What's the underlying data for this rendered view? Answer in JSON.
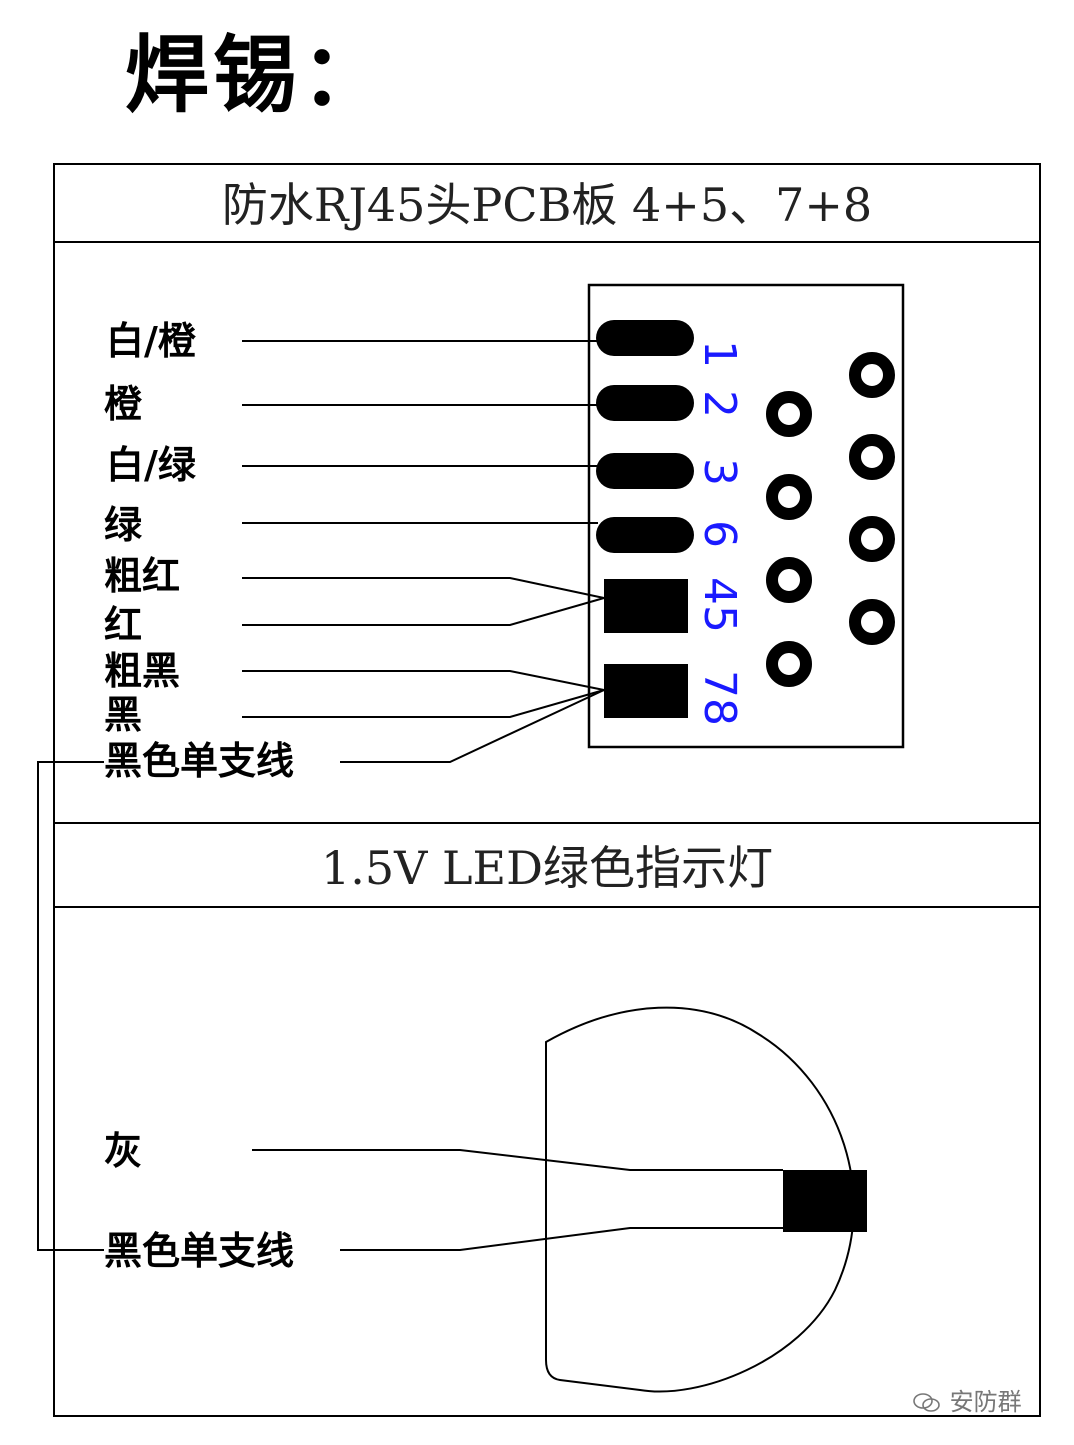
{
  "title": "焊锡：",
  "pcb_section": {
    "header": "防水RJ45头PCB板  4+5、7+8",
    "wire_labels": [
      "白/橙",
      "橙",
      "白/绿",
      "绿",
      "粗红",
      "红",
      "粗黑",
      "黑",
      "黑色单支线"
    ],
    "pin_numbers": [
      "1",
      "2",
      "3",
      "6",
      "45",
      "78"
    ]
  },
  "led_section": {
    "header": "1.5V LED绿色指示灯",
    "wire_labels": [
      "灰",
      "黑色单支线"
    ]
  },
  "watermark": "安防群",
  "colors": {
    "pin_number": "#1a1aff",
    "line": "#000000"
  },
  "icons": {
    "watermark": "wechat-icon"
  }
}
